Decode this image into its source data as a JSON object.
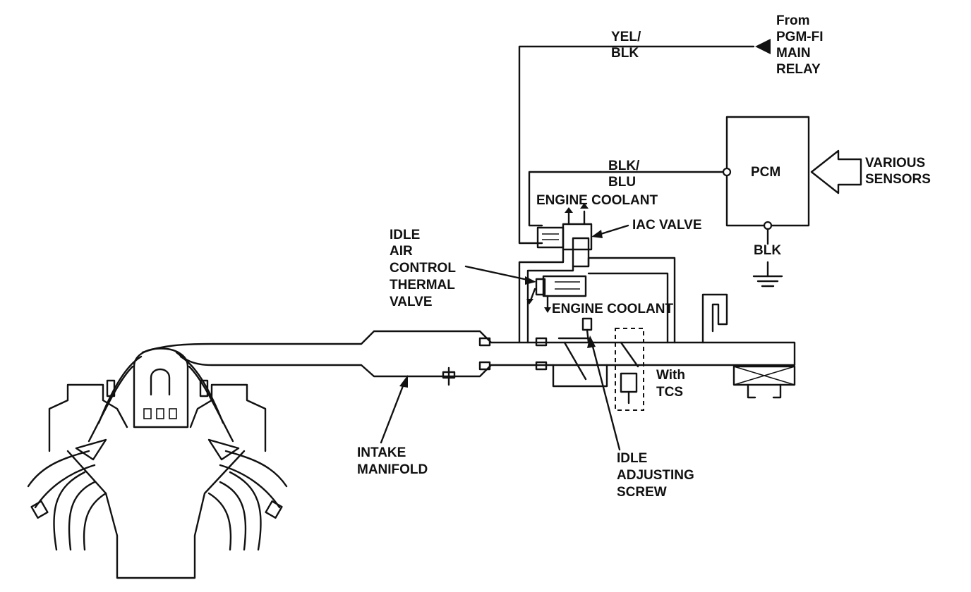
{
  "labels": {
    "from_relay": [
      "From",
      "PGM-FI",
      "MAIN",
      "RELAY"
    ],
    "yel_blk": [
      "YEL/",
      "BLK"
    ],
    "blk_blu": [
      "BLK/",
      "BLU"
    ],
    "pcm": "PCM",
    "various_sensors": [
      "VARIOUS",
      "SENSORS"
    ],
    "engine_coolant_top": "ENGINE COOLANT",
    "iac_valve": "IAC VALVE",
    "blk_ground": "BLK",
    "idle_air_control_thermal_valve": [
      "IDLE",
      "AIR",
      "CONTROL",
      "THERMAL",
      "VALVE"
    ],
    "engine_coolant_bottom": "ENGINE COOLANT",
    "with_tcs": [
      "With",
      "TCS"
    ],
    "intake_manifold": [
      "INTAKE",
      "MANIFOLD"
    ],
    "idle_adjusting_screw": [
      "IDLE",
      "ADJUSTING",
      "SCREW"
    ]
  }
}
